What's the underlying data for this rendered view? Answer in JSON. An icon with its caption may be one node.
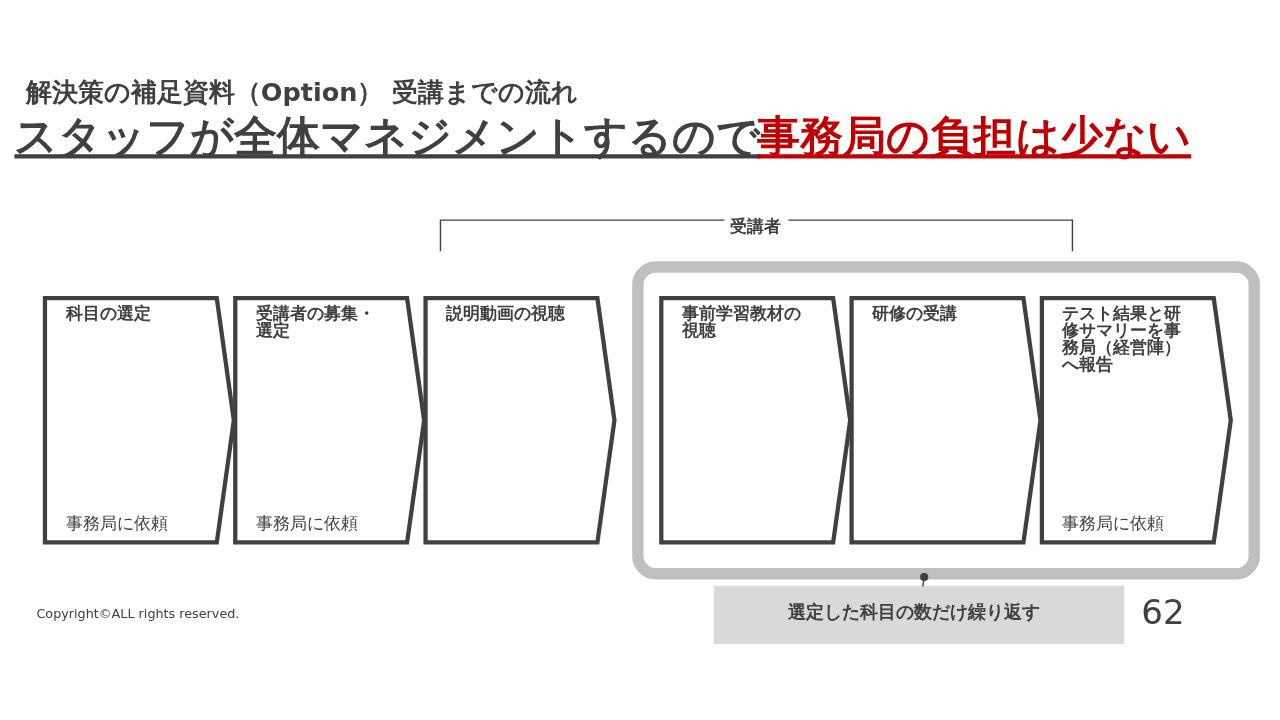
{
  "diagram": {
    "title": "解決策の補足資料（Option） 受講までの流れ",
    "nodes": [
      {
        "text": [
          "科目の選定",
          "事務局に依頼"
        ]
      },
      {
        "text": [
          "受講者の募集・選定",
          "事務局に依頼"
        ]
      },
      {
        "text": [
          "説明動画の視聴"
        ]
      },
      {
        "text": [],
        "shape": "box"
      },
      {
        "text": [
          "事前学習教材の視聴"
        ],
        "in": 3
      },
      {
        "text": [
          "研修の受講"
        ],
        "in": 3
      },
      {
        "text": [
          "テスト結果と研修サマリーを事務局（経営陣）へ報告",
          "事務局に依頼"
        ],
        "in": 3
      },
      {
        "text": [
          "選定した科目の数だけ繰り返す"
        ]
      }
    ],
    "edges": [
      {
        "from": 7,
        "to": 3,
        "arrow": "other",
        "style": "dashed"
      }
    ],
    "labels": [
      "スタッフが全体マネジメントするので",
      "事務局の負担は少ない",
      "受講者",
      "Copyright©ALL rights reserved.",
      "62"
    ]
  }
}
